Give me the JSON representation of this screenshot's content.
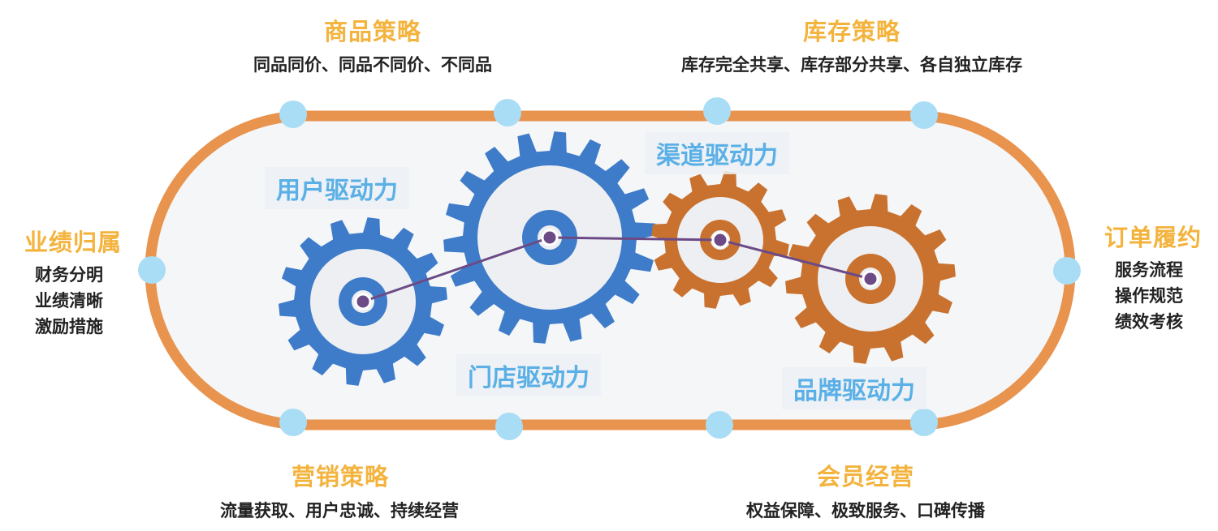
{
  "top_left": {
    "title": "商品策略",
    "desc": "同品同价、同品不同价、不同品"
  },
  "top_right": {
    "title": "库存策略",
    "desc": "库存完全共享、库存部分共享、各自独立库存"
  },
  "left": {
    "title": "业绩归属",
    "items": [
      "财务分明",
      "业绩清晰",
      "激励措施"
    ]
  },
  "right": {
    "title": "订单履约",
    "items": [
      "服务流程",
      "操作规范",
      "绩效考核"
    ]
  },
  "bottom_left": {
    "title": "营销策略",
    "desc": "流量获取、用户忠诚、持续经营"
  },
  "bottom_right": {
    "title": "会员经营",
    "desc": "权益保障、极致服务、口碑传播"
  },
  "gears": [
    {
      "label": "用户驱动力",
      "color": "#3E7CC9"
    },
    {
      "label": "门店驱动力",
      "color": "#3E7CC9"
    },
    {
      "label": "渠道驱动力",
      "color": "#C9722F"
    },
    {
      "label": "品牌驱动力",
      "color": "#C9722F"
    }
  ],
  "colors": {
    "title": "#F3B33D",
    "track": "#E8934E",
    "node": "#A9DDF5",
    "gear_blue": "#3E7CC9",
    "gear_orange": "#C9722F",
    "gear_label": "#5AB0E6",
    "connector": "#6B4A86"
  }
}
